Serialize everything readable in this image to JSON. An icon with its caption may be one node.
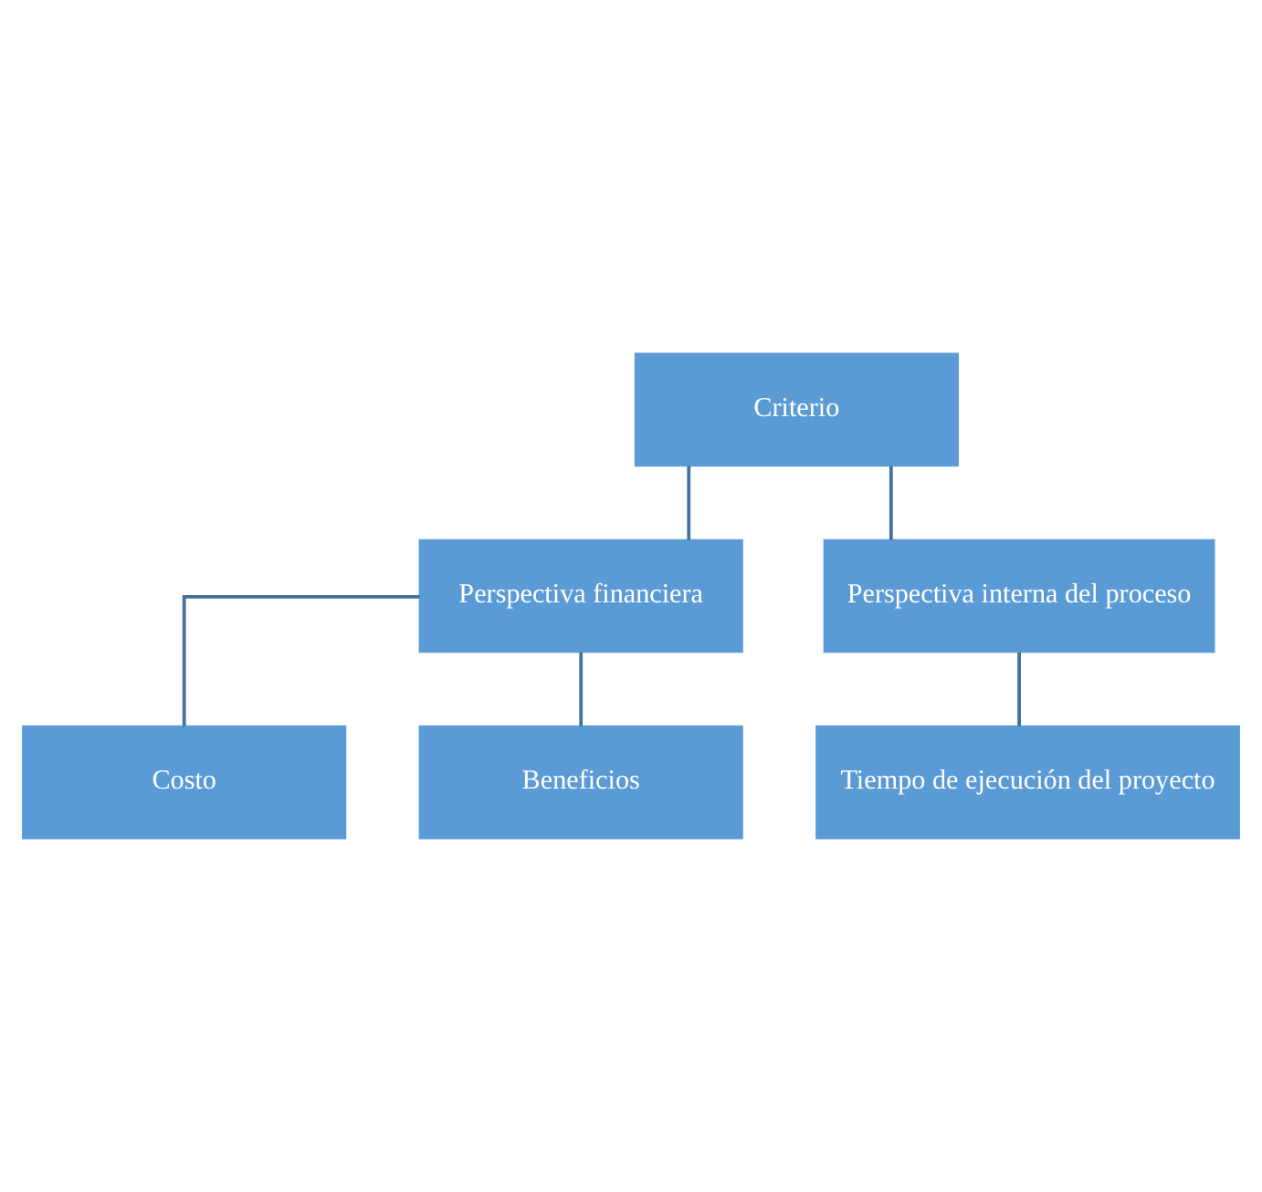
{
  "diagram": {
    "nodes": [
      {
        "text": [
          "Criterio"
        ]
      },
      {
        "text": [
          "Perspectiva financiera"
        ]
      },
      {
        "text": [
          "Perspectiva interna del proceso"
        ]
      },
      {
        "text": [
          "Costo"
        ]
      },
      {
        "text": [
          "Beneficios"
        ]
      },
      {
        "text": [
          "Tiempo de ejecución del proyecto"
        ]
      }
    ],
    "edges": [
      {
        "from": 0,
        "to": 1,
        "arrow": "none"
      },
      {
        "from": 0,
        "to": 2,
        "arrow": "none"
      },
      {
        "from": 1,
        "to": 3,
        "arrow": "none"
      },
      {
        "from": 1,
        "to": 4,
        "arrow": "none"
      },
      {
        "from": 2,
        "to": 5,
        "arrow": "none"
      }
    ]
  }
}
